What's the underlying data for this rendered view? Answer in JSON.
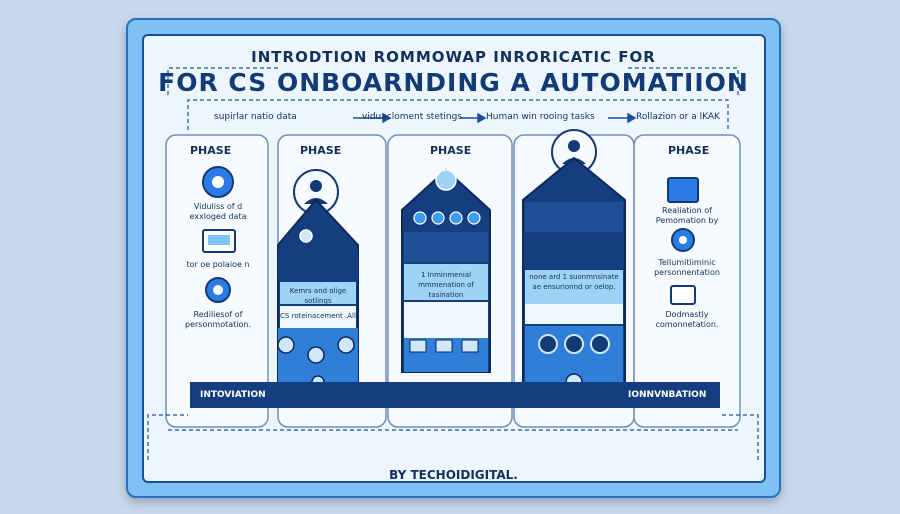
{
  "header": {
    "title_line1": "INTRODTION ROMMOWAP INRORICATIC FOR",
    "title_line2": "FOR CS ONBOARNDING A AUTOMATIION"
  },
  "top_labels": [
    "supirlar natio data",
    "viduacloment stetings",
    "Human win rooing tasks",
    "Rollazion or a lKAK"
  ],
  "phases": [
    "PHASE",
    "PHASE",
    "PHASE",
    "PHASE"
  ],
  "left_panel": {
    "text1": "Viduliss of d exxloged data",
    "text2": "tor oe polaioe n",
    "text3": "Rediliesof of personmotation."
  },
  "tag1": {
    "text1": "Kemrs and olige sotlings",
    "text2": "CS roteinacement .All"
  },
  "tag2": {
    "text1": "1 Inminmenial mmmenation of tasination"
  },
  "tag3": {
    "text1": "none ard 1 suonmnsinate ae ensurionnd or oelop."
  },
  "right_panel": {
    "text1": "Realiation of Pemomation by",
    "text2": "Tellumitiiminic personnentation",
    "text3": "Dodmastly comonnetation."
  },
  "band": {
    "left": "INTOVIATION",
    "right": "IONNVNBATION"
  },
  "footer": "BY TECHOIDIGITAL."
}
